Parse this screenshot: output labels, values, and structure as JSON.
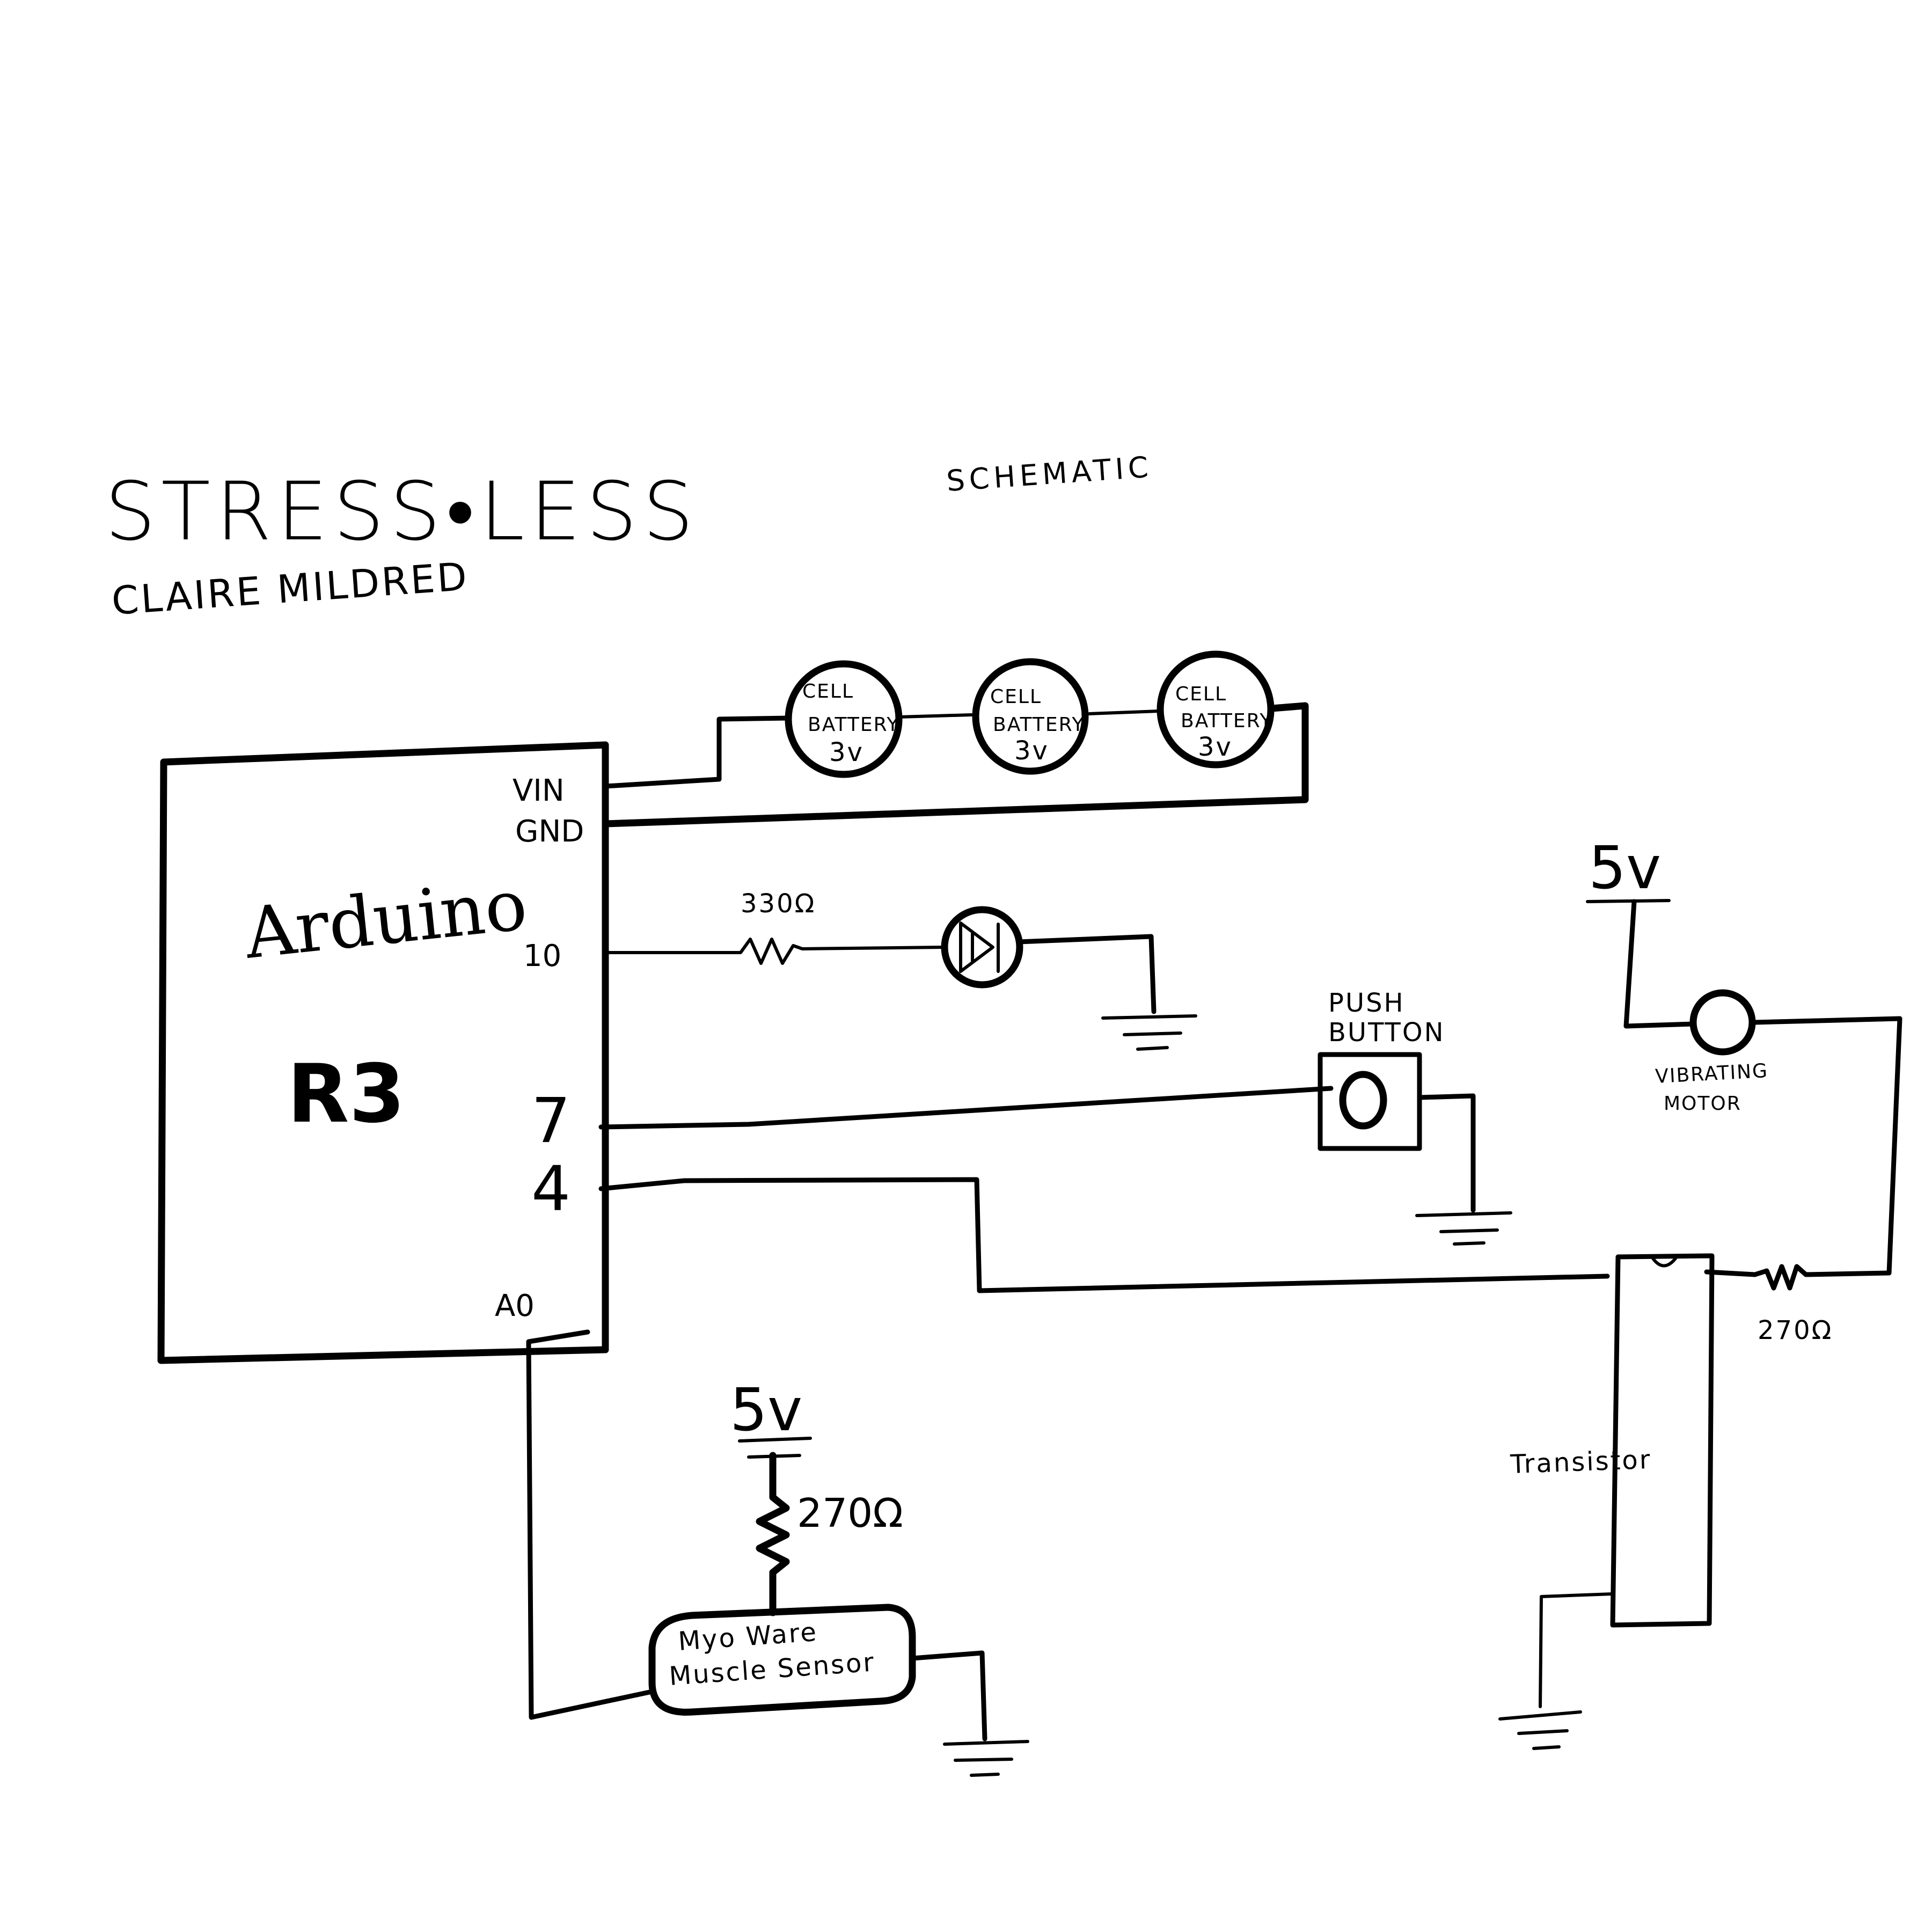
{
  "title": "STRESS•LESS",
  "subtitle": "SCHEMATIC",
  "author": "CLAIRE MILDRED",
  "board": {
    "line1": "Arduino",
    "line2": "R3"
  },
  "pins": {
    "vin": "VIN",
    "gnd": "GND",
    "p10": "10",
    "p7": "7",
    "p4": "4",
    "a0": "A0"
  },
  "batteries": [
    {
      "line1": "CELL",
      "line2": "BATTERY",
      "line3": "3v"
    },
    {
      "line1": "CELL",
      "line2": "BATTERY",
      "line3": "3v"
    },
    {
      "line1": "CELL",
      "line2": "BATTERY",
      "line3": "3v"
    }
  ],
  "led_resistor": "330Ω",
  "push_button": {
    "line1": "PUSH",
    "line2": "BUTTON"
  },
  "motor": {
    "supply": "5v",
    "line1": "VIBRATING",
    "line2": "MOTOR"
  },
  "motor_resistor": "270Ω",
  "transistor": "Transistor",
  "sensor": {
    "supply": "5v",
    "resistor": "270Ω",
    "line1": "Myo Ware",
    "line2": "Muscle Sensor"
  }
}
